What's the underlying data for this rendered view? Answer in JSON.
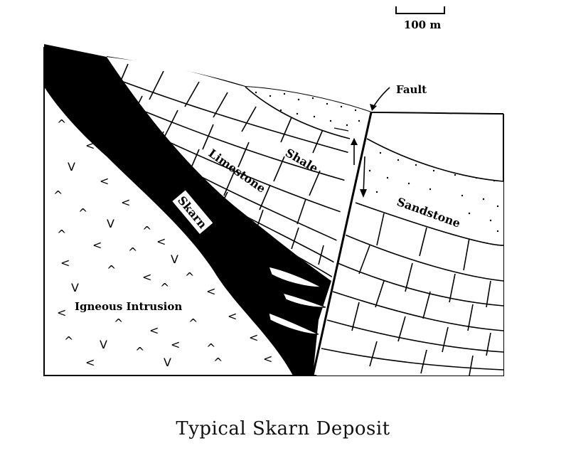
{
  "diagram": {
    "title": "Typical Skarn Deposit",
    "scale_bar": {
      "label": "100 m"
    },
    "labels": {
      "fault": "Fault",
      "shale": "Shale",
      "limestone": "Limestone",
      "skarn": "Skarn",
      "sandstone": "Sandstone",
      "igneous_intrusion": "Igneous Intrusion"
    }
  }
}
